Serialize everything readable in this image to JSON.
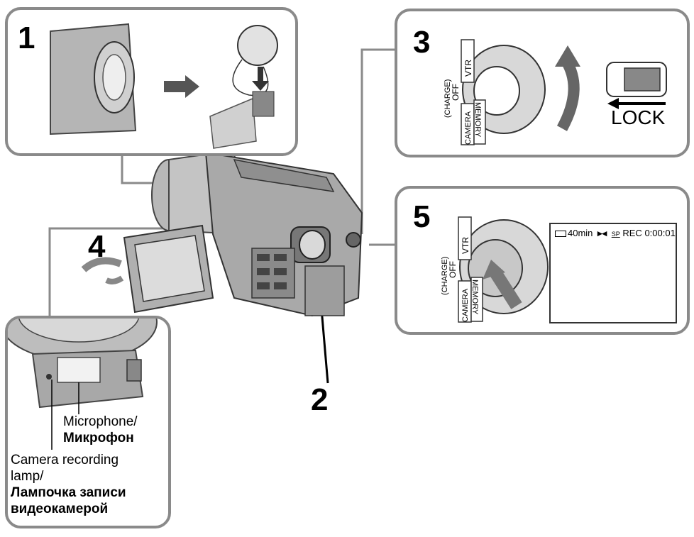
{
  "steps": {
    "s1": "1",
    "s2": "2",
    "s3": "3",
    "s4": "4",
    "s5": "5"
  },
  "dial": {
    "vtr": "VTR",
    "off": "OFF",
    "charge": "(CHARGE)",
    "camera": "CAMERA",
    "memory": "MEMORY"
  },
  "lock_label": "LOCK",
  "lcd": {
    "battery": "40min",
    "mode": "SP",
    "status": "REC",
    "counter": "0:00:01"
  },
  "labels": {
    "microphone_en": "Microphone/",
    "microphone_ru": "Микрофон",
    "lamp_en_1": "Camera recording",
    "lamp_en_2": "lamp/",
    "lamp_ru_1": "Лампочка записи",
    "lamp_ru_2": "видеокамерой"
  }
}
